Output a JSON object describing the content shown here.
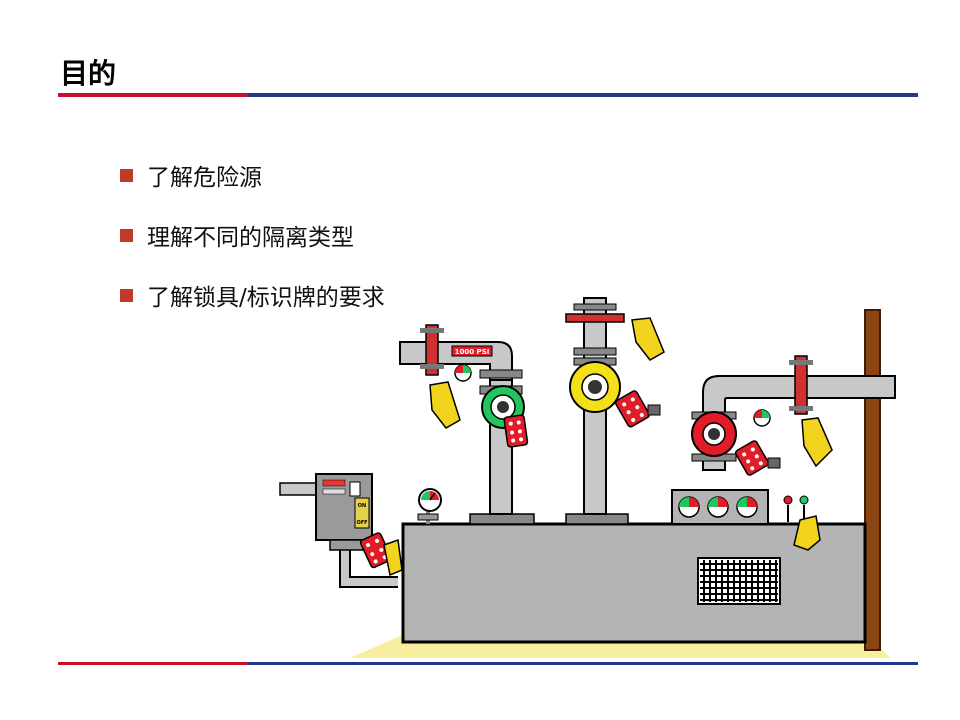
{
  "slide": {
    "title": "目的",
    "bullets": [
      "了解危险源",
      "理解不同的隔离类型",
      "了解锁具/标识牌的要求"
    ]
  },
  "illustration": {
    "gauge_label": "1000 PSI",
    "switch_on_label": "ON",
    "switch_off_label": "OFF"
  },
  "colors": {
    "accent_red": "#c8102e",
    "accent_blue": "#1f3a8a",
    "bullet": "#c0392b",
    "machine_gray": "#b4b4b4",
    "valve_green": "#22c55e",
    "valve_yellow": "#f4e019",
    "valve_red": "#e11d2a",
    "tag_yellow": "#f2d41f",
    "post_brown": "#8b4513"
  }
}
